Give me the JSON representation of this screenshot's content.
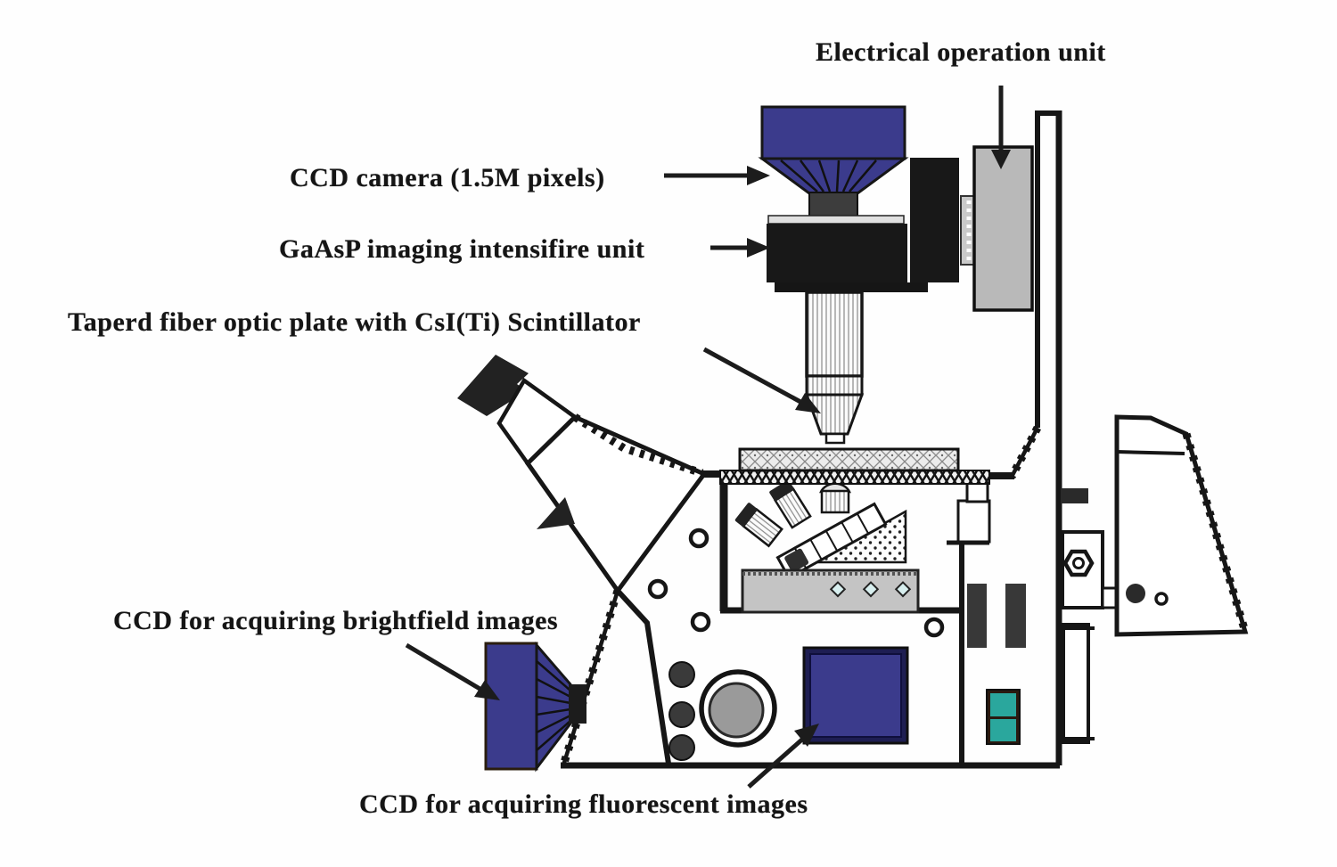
{
  "diagram": {
    "labels": {
      "electrical_unit": "Electrical operation unit",
      "ccd_camera": "CCD camera (1.5M pixels)",
      "gaasp_unit": "GaAsP imaging intensifire unit",
      "fiber_optic": "Taperd fiber optic plate with CsI(Ti) Scintillator",
      "ccd_brightfield": "CCD for acquiring brightfield images",
      "ccd_fluorescent": "CCD for acquiring fluorescent images"
    },
    "colors": {
      "ccd_blue": "#3b3b8c",
      "ccd_blue_dark": "#1e1e52",
      "teal_button": "#2aa79d",
      "unit_gray": "#b9b9b9",
      "base_gray": "#c4c4c4",
      "knob_gray": "#9a9a9a",
      "ink_black": "#1a1a1a"
    }
  }
}
